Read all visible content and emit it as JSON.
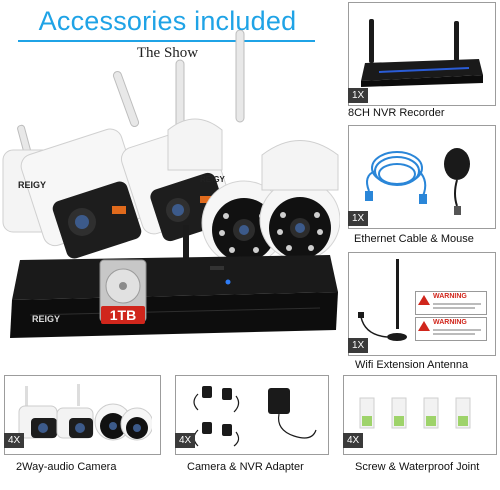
{
  "header": {
    "title": "Accessories included",
    "subtitle": "The Show"
  },
  "main_photo": {
    "brand": "REIGY",
    "hdd_label": "1TB",
    "alt": "cameras-and-nvr"
  },
  "panels": [
    {
      "qty": "1X",
      "caption": "8CH NVR Recorder",
      "icon": "nvr-icon"
    },
    {
      "qty": "1X",
      "caption": "Ethernet Cable & Mouse",
      "icon": "cable-mouse-icon"
    },
    {
      "qty": "1X",
      "caption": "Wifi Extension Antenna",
      "icon": "antenna-icon",
      "labels": [
        "WARNING",
        "WARNING"
      ]
    },
    {
      "qty": "4X",
      "caption": "2Way-audio Camera",
      "icon": "camera-icon"
    },
    {
      "qty": "4X",
      "caption": "Camera & NVR Adapter",
      "icon": "adapter-icon"
    },
    {
      "qty": "4X",
      "caption": "Screw & Waterproof Joint",
      "icon": "screw-kit-icon"
    }
  ],
  "colors": {
    "accent": "#1fa3e6",
    "hdd_red": "#d0261c",
    "badge": "#3a3a3a"
  }
}
